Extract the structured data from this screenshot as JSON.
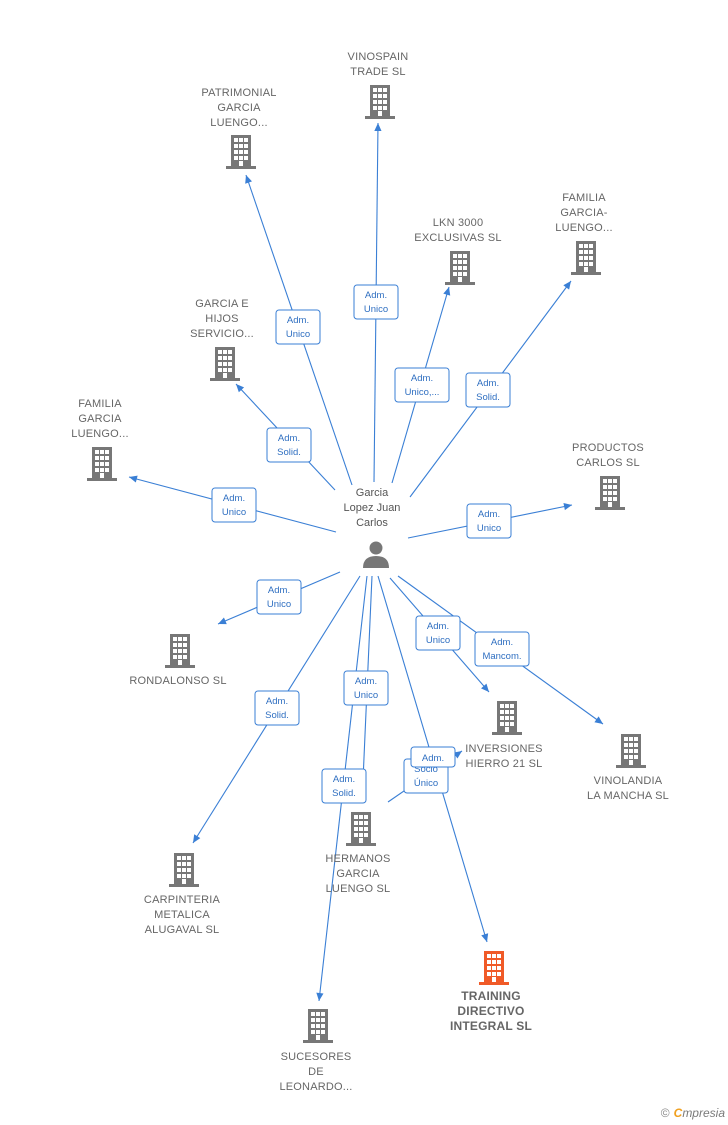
{
  "center": {
    "lines": [
      "Garcia",
      "Lopez Juan",
      "Carlos"
    ],
    "icon": "person-icon"
  },
  "colors": {
    "edge": "#3a7fd5",
    "node": "#777777",
    "highlight": "#f05a28"
  },
  "nodes": [
    {
      "id": "vinospain",
      "lines": [
        "VINOSPAIN",
        "TRADE  SL"
      ],
      "role": [
        "Adm.",
        "Unico"
      ],
      "highlight": false
    },
    {
      "id": "patrimonial",
      "lines": [
        "PATRIMONIAL",
        "GARCIA",
        "LUENGO..."
      ],
      "role": [
        "Adm.",
        "Unico"
      ],
      "highlight": false
    },
    {
      "id": "lkn3000",
      "lines": [
        "LKN 3000",
        "EXCLUSIVAS SL"
      ],
      "role": [
        "Adm.",
        "Unico,..."
      ],
      "highlight": false
    },
    {
      "id": "familia-garcia-luengo-right",
      "lines": [
        "FAMILIA",
        "GARCIA-",
        "LUENGO..."
      ],
      "role": [
        "Adm.",
        "Solid."
      ],
      "highlight": false
    },
    {
      "id": "garcia-e-hijos",
      "lines": [
        "GARCIA E",
        "HIJOS",
        "SERVICIO..."
      ],
      "role": [
        "Adm.",
        "Solid."
      ],
      "highlight": false
    },
    {
      "id": "familia-garcia-luengo-left",
      "lines": [
        "FAMILIA",
        "GARCIA",
        "LUENGO..."
      ],
      "role": [
        "Adm.",
        "Unico"
      ],
      "highlight": false
    },
    {
      "id": "productos-carlos",
      "lines": [
        "PRODUCTOS",
        "CARLOS SL"
      ],
      "role": [
        "Adm.",
        "Unico"
      ],
      "highlight": false
    },
    {
      "id": "rondalonso",
      "lines": [
        "RONDALONSO SL"
      ],
      "role": [
        "Adm.",
        "Unico"
      ],
      "highlight": false
    },
    {
      "id": "inversiones-hierro",
      "lines": [
        "INVERSIONES",
        "HIERRO 21  SL"
      ],
      "role": [
        "Adm.",
        "Unico"
      ],
      "highlight": false
    },
    {
      "id": "vinolandia",
      "lines": [
        "VINOLANDIA",
        "LA MANCHA SL"
      ],
      "role": [
        "Adm.",
        "Mancom."
      ],
      "highlight": false
    },
    {
      "id": "carpinteria",
      "lines": [
        "CARPINTERIA",
        "METALICA",
        "ALUGAVAL SL"
      ],
      "role": [
        "Adm.",
        "Solid."
      ],
      "highlight": false
    },
    {
      "id": "hermanos-garcia",
      "lines": [
        "HERMANOS",
        "GARCIA",
        "LUENGO  SL"
      ],
      "role": [
        "Adm.",
        "Unico"
      ],
      "highlight": false
    },
    {
      "id": "sucesores",
      "lines": [
        "SUCESORES",
        "DE",
        "LEONARDO..."
      ],
      "role": [
        "Adm.",
        "Solid."
      ],
      "highlight": false
    },
    {
      "id": "training",
      "lines": [
        "TRAINING",
        "DIRECTIVO",
        "INTEGRAL  SL"
      ],
      "role": [
        "Socio",
        "Único"
      ],
      "highlight": true
    },
    {
      "id": "training-extra",
      "lines": [],
      "role": [
        "Adm.",
        ""
      ],
      "highlight": false
    }
  ],
  "footer": {
    "copyright": "©",
    "brand_first": "C",
    "brand_rest": "mpresia"
  }
}
